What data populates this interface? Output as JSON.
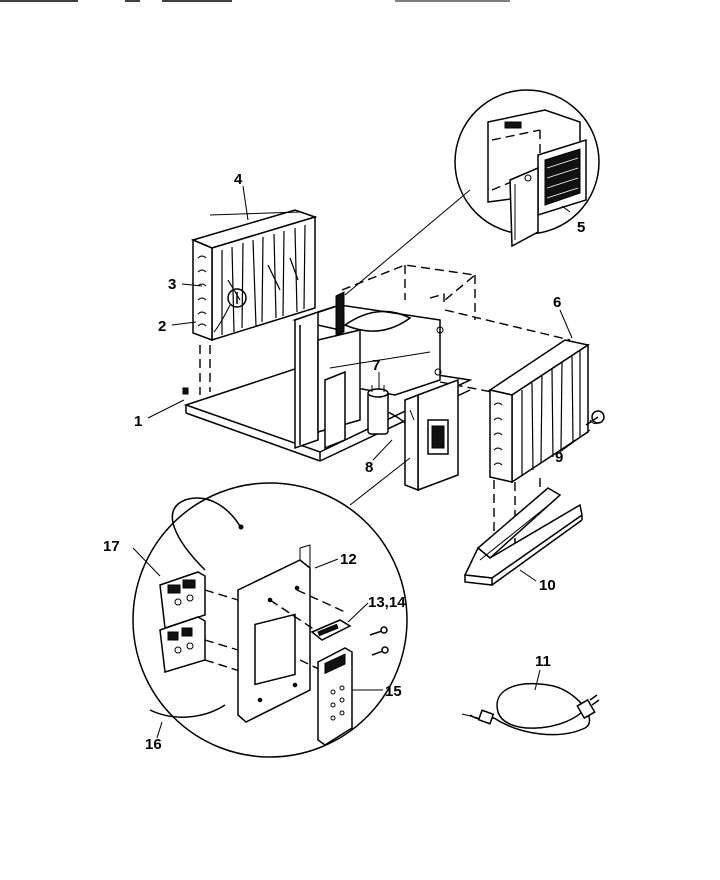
{
  "labels": {
    "l1": "1",
    "l2": "2",
    "l3": "3",
    "l4": "4",
    "l5": "5",
    "l6": "6",
    "l7": "7",
    "l8": "8",
    "l9": "9",
    "l10": "10",
    "l11": "11",
    "l12": "12",
    "l13": "13,14",
    "l15": "15",
    "l16": "16",
    "l17": "17"
  },
  "colors": {
    "ink": "#000000",
    "paper": "#ffffff"
  }
}
